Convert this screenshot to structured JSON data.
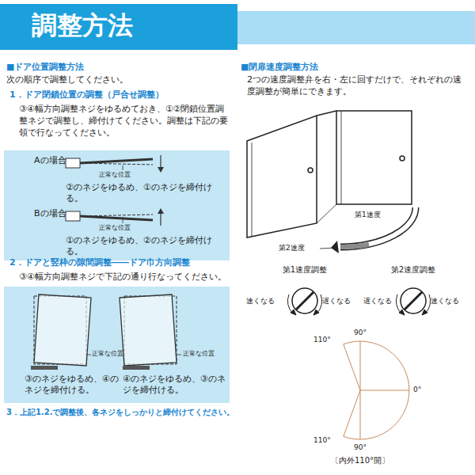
{
  "diagram": {
    "title": "調整方法",
    "nodes": [
      {
        "text": [
          "Aの場合",
          "正常な位置",
          "②のネジをゆるめ、①のネジを締付ける。"
        ]
      },
      {
        "text": [
          "Bの場合",
          "正常な位置",
          "①のネジをゆるめ、②のネジを締付ける。"
        ]
      },
      {
        "text": [
          "正常な位置",
          "③のネジをゆるめ、④のネジを締付ける。",
          "正常な位置",
          "④のネジをゆるめ、③のネジを締付ける。"
        ]
      }
    ],
    "labels": [
      "■ドア位置調整方法",
      "次の順序で調整してください。",
      "1．ドア閉鎖位置の調整（戸合せ調整）",
      "③④幅方向調整ネジをゆるめておき、①②閉鎖位置調整ネジで調整し、締付けてください。調整は下記の要領で行なってください。",
      "2．ドアと竪枠の隙間調整――ドア巾方向調整",
      "③④幅方向調整ネジで下記の通り行なってください。",
      "3．上記1.2.で調整後、各ネジをしっかりと締付けてください。",
      "■閉扉速度調整方法",
      "2つの速度調整弁を右・左に回すだけで、それぞれの速度調整が簡単にできます。",
      "第1速度",
      "第2速度",
      "第1速度調整",
      "第2速度調整",
      "速くなる",
      "遅くなる",
      "遅くなる",
      "速くなる",
      "90°",
      "110°",
      "0°",
      "110°",
      "90°",
      "〔内外110°開〕"
    ]
  }
}
